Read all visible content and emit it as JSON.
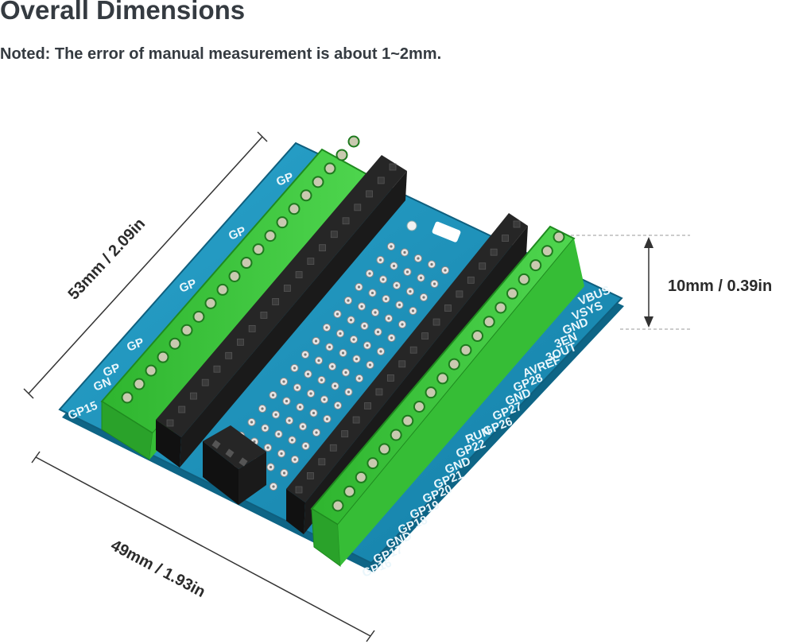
{
  "header": {
    "title": "Overall Dimensions",
    "note": "Noted: The error of manual measurement is about 1~2mm."
  },
  "dimensions": {
    "length": "53mm / 2.09in",
    "width": "49mm / 1.93in",
    "height": "10mm / 0.39in"
  },
  "pins": {
    "right_upper": [
      "VBUS",
      "VSYS",
      "GND",
      "3EN",
      "3OUT",
      "AVREF",
      "GP28",
      "GND",
      "GP27",
      "GP26"
    ],
    "right_lower": [
      "RUN",
      "GP22",
      "GND",
      "GP21",
      "GP20",
      "GP19",
      "GP18",
      "GND",
      "GP17",
      "GP16"
    ],
    "left": [
      "GP15",
      "GN",
      "GP",
      "GP",
      "GP",
      "GP",
      "GP"
    ]
  },
  "colors": {
    "pcb": "#1f8fb8",
    "terminal": "#3cc83c",
    "header": "#1e1e1e",
    "pad": "#d8d8d8"
  }
}
